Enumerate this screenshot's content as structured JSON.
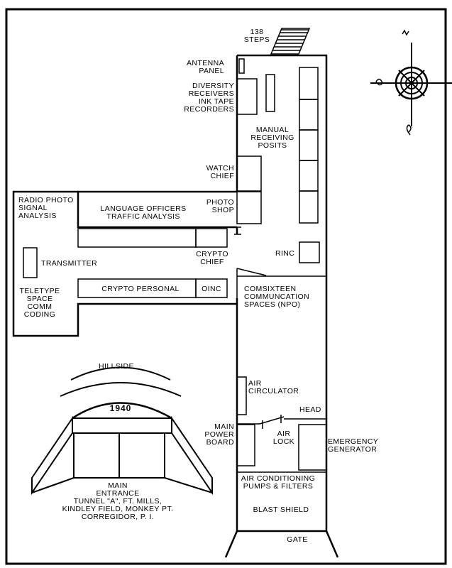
{
  "labels": {
    "steps": [
      "138",
      "STEPS"
    ],
    "antenna_panel": [
      "ANTENNA",
      "PANEL"
    ],
    "diversity_receivers": [
      "DIVERSITY",
      "RECEIVERS",
      "INK TAPE",
      "RECORDERS"
    ],
    "manual_receiving": [
      "MANUAL",
      "RECEIVING",
      "POSITS"
    ],
    "watch_chief": [
      "WATCH",
      "CHIEF"
    ],
    "photo_shop": [
      "PHOTO",
      "SHOP"
    ],
    "radio_photo": [
      "RADIO PHOTO",
      "SIGNAL",
      "ANALYSIS"
    ],
    "language_officers": [
      "LANGUAGE OFFICERS",
      "TRAFFIC ANALYSIS"
    ],
    "crypto_chief": [
      "CRYPTO",
      "CHIEF"
    ],
    "transmitter": "TRANSMITTER",
    "rinc": "RINC",
    "crypto_personal": "CRYPTO PERSONAL",
    "oinc": "OINC",
    "teletype": [
      "TELETYPE",
      "SPACE",
      "COMM",
      "CODING"
    ],
    "comsixteen": [
      "COMSIXTEEN",
      "COMMUNCATION",
      "SPACES (NPO)"
    ],
    "hillside": "HILLSIDE",
    "year": "1940",
    "air_circulator": [
      "AIR",
      "CIRCULATOR"
    ],
    "head": "HEAD",
    "main_power": [
      "MAIN",
      "POWER",
      "BOARD"
    ],
    "air_lock": [
      "AIR",
      "LOCK"
    ],
    "emergency_generator": [
      "EMERGENCY",
      "GENERATOR"
    ],
    "main_entrance": [
      "MAIN",
      "ENTRANCE",
      "TUNNEL \"A\", FT. MILLS,",
      "KINDLEY FIELD, MONKEY PT.",
      "CORREGIDOR, P. I."
    ],
    "air_conditioning": [
      "AIR CONDITIONING",
      "PUMPS & FILTERS"
    ],
    "blast_shield": "BLAST SHIELD",
    "gate": "GATE"
  }
}
